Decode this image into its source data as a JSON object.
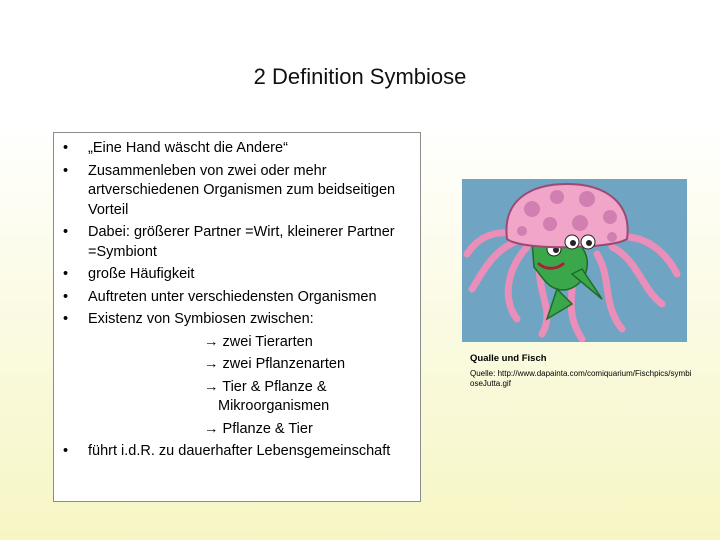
{
  "slide": {
    "title": "2 Definition Symbiose"
  },
  "content": {
    "bullets": [
      "„Eine Hand wäscht die Andere“",
      "Zusammenleben von zwei oder mehr artverschiedenen Organismen zum beidseitigen Vorteil",
      "Dabei: größerer Partner =Wirt, kleinerer Partner =Symbiont",
      "große Häufigkeit",
      "Auftreten unter verschiedensten Organismen",
      "Existenz von Symbiosen zwischen:"
    ],
    "sub_items": [
      "→ zwei Tierarten",
      "→ zwei Pflanzenarten",
      "→ Tier & Pflanze & Mikroorganismen",
      "→ Pflanze & Tier"
    ],
    "last_bullet": "führt i.d.R. zu dauerhafter Lebensgemeinschaft",
    "bullet_glyph": "•"
  },
  "figure": {
    "icon": "jellyfish-and-fish-illustration",
    "caption_title": "Qualle und Fisch",
    "caption_source": "Quelle: http://www.dapainta.com/comiquarium/Fischpics/symbioseJutta.gif"
  },
  "colors": {
    "illustration_bg": "#6fa4c2",
    "jellyfish_pink": "#f1a6c9",
    "fish_green": "#3aa84a"
  }
}
